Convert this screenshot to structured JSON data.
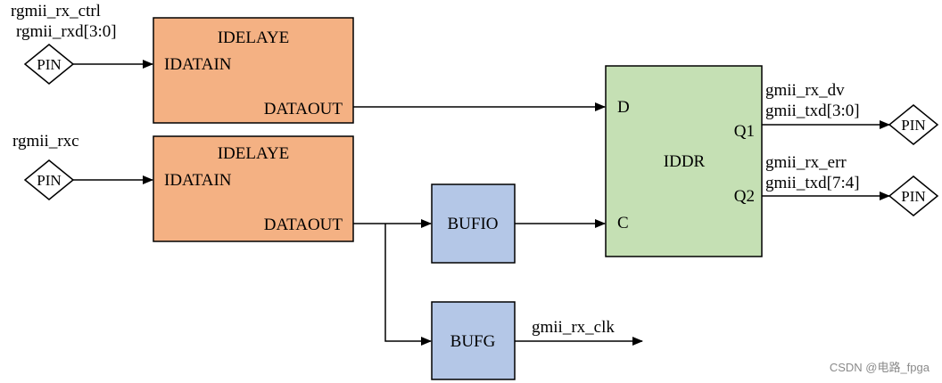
{
  "diagram": {
    "signals": {
      "rx_ctrl": "rgmii_rx_ctrl",
      "rxd": "rgmii_rxd[3:0]",
      "rxc": "rgmii_rxc",
      "rx_dv": "gmii_rx_dv",
      "txd_lo": "gmii_txd[3:0]",
      "rx_err": "gmii_rx_err",
      "txd_hi": "gmii_txd[7:4]",
      "rx_clk": "gmii_rx_clk"
    },
    "pin_label": "PIN",
    "idelay1": {
      "title": "IDELAYE",
      "in_port": "IDATAIN",
      "out_port": "DATAOUT"
    },
    "idelay2": {
      "title": "IDELAYE",
      "in_port": "IDATAIN",
      "out_port": "DATAOUT"
    },
    "iddr": {
      "title": "IDDR",
      "d_port": "D",
      "c_port": "C",
      "q1_port": "Q1",
      "q2_port": "Q2"
    },
    "bufio": "BUFIO",
    "bufg": "BUFG"
  },
  "watermark": "CSDN @电路_fpga",
  "colors": {
    "idelay_fill": "#f4b183",
    "iddr_fill": "#c5e0b4",
    "buffer_fill": "#b4c7e7",
    "stroke": "#000000"
  }
}
